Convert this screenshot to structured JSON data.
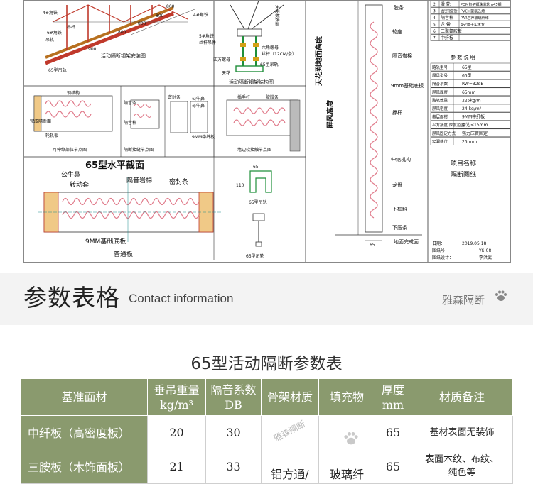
{
  "drawing": {
    "top_left": {
      "caption": "活动隔断钢架安装图",
      "labels": [
        "4#角铁",
        "吊杆",
        "6#角铁",
        "吊轨",
        "65型吊轨"
      ],
      "dims": [
        "800",
        "800",
        "800",
        "800",
        "900"
      ]
    },
    "top_mid": {
      "caption": "活动隔断钢架结构图",
      "labels": [
        "4#角铁",
        "5#角铁",
        "丝杆吊件",
        "六角螺母",
        "丝杆（12CM/条）",
        "四方螺母",
        "65型吊轨",
        "天花"
      ],
      "vertical": "天花板表层"
    },
    "details": {
      "d1_labels": [
        "钢结构",
        "完成隔断面",
        "轮轨板",
        "可伸缩部位节点图"
      ],
      "d2_labels": [
        "隔音条",
        "隔音棉",
        "隔断接缝节点图"
      ],
      "d3_labels": [
        "密封条",
        "公牛鼻",
        "母牛鼻",
        "9MM中纤板"
      ],
      "d4_labels": [
        "插手杆",
        "玻胶条",
        "墙边软接触节点图"
      ]
    },
    "section": {
      "title_prefix": "65",
      "title": "型水平截面",
      "labels": [
        "公牛鼻",
        "转动套",
        "隔音岩棉",
        "密封条",
        "9MM基础底板",
        "普通板"
      ]
    },
    "profiles": {
      "rail_caption": "65型吊轨",
      "rail_dims": [
        "65",
        "110"
      ],
      "wheel_caption": "65型吊轮"
    },
    "elevation": {
      "labels": [
        "胶条",
        "轮座",
        "隔音岩棉",
        "9mm基础底板",
        "撑杆",
        "伸缩机构",
        "龙骨",
        "下框料",
        "下压条",
        "地面完成面"
      ],
      "vertical1": "天花到地面高度",
      "vertical2": "屏风高度",
      "dim_65": "65"
    },
    "title_block": {
      "mat_rows": [
        [
          "2",
          "滑   轮",
          "POM包子钢珠滑轮 φ45钢"
        ],
        [
          "3",
          "密封胶条",
          "PVC+聚氯乙烯"
        ],
        [
          "4",
          "隔音棉",
          "PAR容声玻璃纤维"
        ],
        [
          "5",
          "龙   骨",
          "45°烘干实木方"
        ],
        [
          "6",
          "三聚氰胺板",
          ""
        ],
        [
          "7",
          "中纤板",
          ""
        ]
      ],
      "param_heading": "参 数 说 明",
      "param_rows": [
        [
          "路轨型号",
          "65型"
        ],
        [
          "屏风型号",
          "65型"
        ],
        [
          "隔音系数",
          "RW=32dB"
        ],
        [
          "屏风厚度",
          "65mm"
        ],
        [
          "路轨载重",
          "225kg/m"
        ],
        [
          "屏风密度",
          "24 kg/m²"
        ],
        [
          "基层面材",
          "9MM中纤板"
        ],
        [
          "平方扬度 厚度范围",
          "单边≤15mm"
        ],
        [
          "屏风固定方式",
          "强力压簧固定"
        ],
        [
          "实漏缝位",
          "25 mm"
        ]
      ],
      "project_label": "项目名称",
      "project_name": "隔断图纸",
      "date_label": "日期：",
      "date": "2019.05.18",
      "drawing_no_label": "图纸号：",
      "drawing_no": "YS-08",
      "drafter_label": "图纸设计：",
      "drafter": "李洪武"
    }
  },
  "section_header": {
    "title": "参数表格",
    "subtitle": "Contact information",
    "brand": "雅森隔断"
  },
  "table": {
    "title": "65型活动隔断参数表",
    "headers": [
      "基准面材",
      "垂吊重量\nkg/m³",
      "隔音系数\nDB",
      "骨架材质",
      "填充物",
      "厚度\nmm",
      "材质备注"
    ],
    "rows": [
      {
        "name": "中纤板（高密度板）",
        "weight": "20",
        "db": "30",
        "thickness": "65",
        "note": "基材表面无装饰"
      },
      {
        "name": "三胺板（木饰面板）",
        "weight": "21",
        "db": "33",
        "thickness": "65",
        "note": "表面木纹、布纹、\n纯色等"
      }
    ],
    "frame": "铝方通/",
    "filler": "玻璃纤",
    "watermark": "雅森隔断"
  },
  "colors": {
    "header_green": "#8a9a6e",
    "annotation_cyan": "#1a8a8a",
    "rail_red": "#c0392b",
    "wool_pink": "#e07a8a"
  },
  "icons": [
    "paw-icon"
  ]
}
